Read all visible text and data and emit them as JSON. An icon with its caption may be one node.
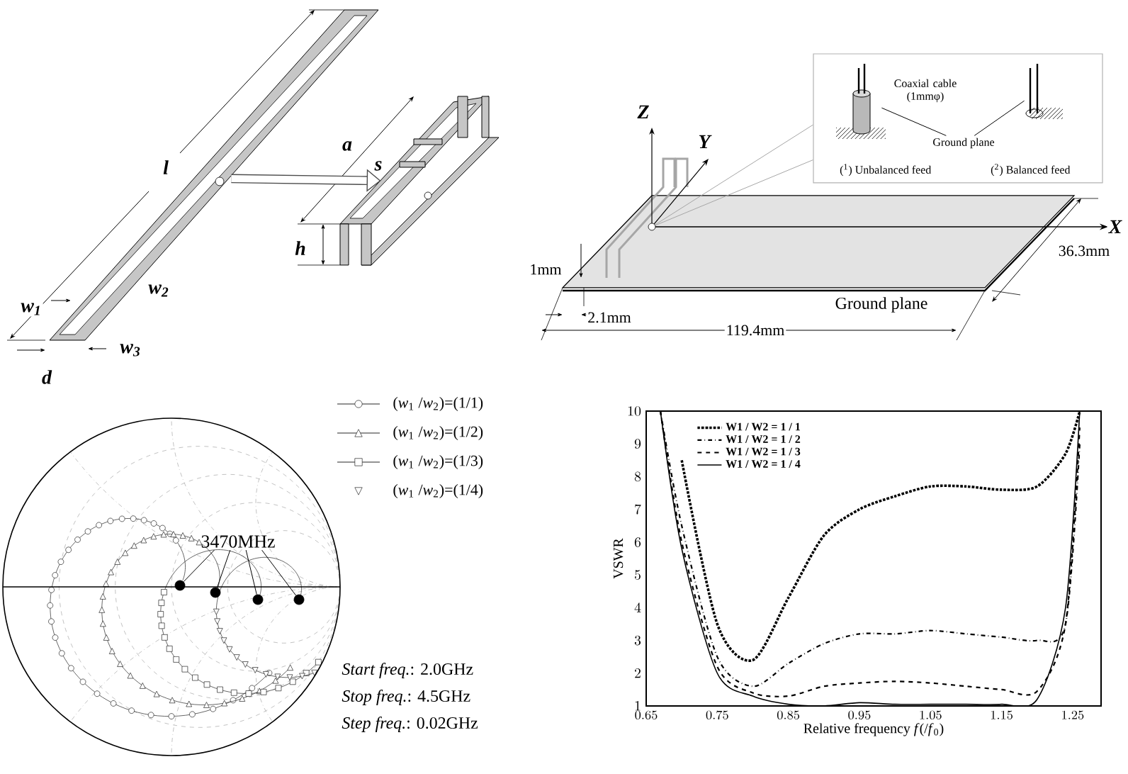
{
  "diagram": {
    "nodes": [
      {
        "text": [],
        "shape": "picture"
      },
      {
        "text": [],
        "shape": "picture"
      },
      {
        "text": [
          "($^{1}$) Unbalanced feed",
          "($^{2}$) Balanced feed"
        ]
      },
      {
        "text": [],
        "shape": "cylinder",
        "in": 2,
        "beside": [
          "Coaxial cable (1mmφ)"
        ]
      },
      {
        "text": [],
        "shape": "picture",
        "in": 2
      },
      {
        "text": [
          "Ground plane"
        ],
        "in": 2
      },
      {
        "text": [],
        "shape": "circle"
      },
      {
        "text": [
          "3470MHz"
        ]
      },
      {
        "text": [],
        "shape": "circle"
      },
      {
        "text": [],
        "shape": "circle"
      },
      {
        "text": [],
        "shape": "circle"
      },
      {
        "text": [],
        "shape": "circle"
      }
    ],
    "edges": [
      {
        "from": 0,
        "to": 1,
        "arrow": "to",
        "style": "thick"
      },
      {
        "from": 5,
        "to": 3,
        "arrow": "none"
      },
      {
        "from": 5,
        "to": 4,
        "arrow": "none"
      },
      {
        "from": 2,
        "to": 6,
        "arrow": "none",
        "color": "#a6a6a6"
      },
      {
        "from": 2,
        "to": 6,
        "arrow": "none",
        "color": "#a6a6a6"
      },
      {
        "from": 7,
        "to": 8,
        "arrow": "none"
      },
      {
        "from": 7,
        "to": 9,
        "arrow": "none"
      },
      {
        "from": 7,
        "to": 10,
        "arrow": "none"
      },
      {
        "from": 7,
        "to": 11,
        "arrow": "none"
      }
    ],
    "labels": [
      "l",
      "w$_{1}$",
      "w$_{2}$",
      "w$_{3}$",
      "d",
      "a",
      "s",
      "h",
      "Z",
      "Y",
      "X",
      "1mm",
      "2.1mm",
      "119.4mm",
      "36.3mm",
      "Ground plane",
      "*Start freq.*: 2.0GHz",
      "*Stop freq.*: 4.5GHz",
      "*Step freq.*: 0.02GHz"
    ],
    "legend": [
      {
        "text": "(*w*$_{1}$ /*w*$_{2}$)=(1/1)"
      },
      {
        "text": "(*w*$_{1}$ /*w*$_{2}$)=(1/2)"
      },
      {
        "text": "(*w*$_{1}$ /*w*$_{2}$)=(1/3)"
      },
      {
        "text": "(*w*$_{1}$ /*w*$_{2}$)=(1/4)"
      }
    ],
    "chart_data": {
      "type": "line",
      "xlabel": "Relative frequency *f*(/*f*$_{0}$)",
      "ylabel": "VSWR",
      "x": [
        0.67,
        0.7,
        0.75,
        0.8,
        0.85,
        0.9,
        0.95,
        1.0,
        1.05,
        1.1,
        1.15,
        1.2,
        1.24,
        1.26
      ],
      "series": [
        {
          "name": "W1 / W2 = 1 / 1",
          "color": "#000000",
          "line_style": "dotted",
          "values": [
            null,
            8.5,
            3.5,
            2.4,
            4.3,
            6.2,
            7.0,
            7.4,
            7.7,
            7.7,
            7.6,
            7.7,
            8.7,
            10
          ]
        },
        {
          "name": "W1 / W2 = 1 / 2",
          "color": "#000000",
          "line_style": "dashdot",
          "values": [
            10,
            6.5,
            2.5,
            1.6,
            2.3,
            2.9,
            3.2,
            3.2,
            3.3,
            3.2,
            3.1,
            3.0,
            3.5,
            9
          ]
        },
        {
          "name": "W1 / W2 = 1 / 3",
          "color": "#000000",
          "line_style": "dashed",
          "values": [
            10,
            6,
            2.2,
            1.4,
            1.3,
            1.6,
            1.7,
            1.75,
            1.7,
            1.6,
            1.5,
            1.45,
            3.5,
            9.5
          ]
        },
        {
          "name": "W1 / W2 = 1 / 4",
          "color": "#000000",
          "line_style": "solid",
          "values": [
            10,
            5.8,
            2.0,
            1.3,
            1.05,
            1.0,
            1.1,
            1.05,
            1.05,
            1.05,
            1.05,
            1.2,
            4,
            10
          ]
        }
      ],
      "legend": "upper left",
      "xlim": [
        0.65,
        1.29
      ],
      "ylim": [
        1,
        10
      ],
      "xticks": [
        0.65,
        0.75,
        0.85,
        0.95,
        1.05,
        1.15,
        1.25
      ],
      "yticks": [
        1,
        2,
        3,
        4,
        5,
        6,
        7,
        8,
        9,
        10
      ]
    }
  }
}
